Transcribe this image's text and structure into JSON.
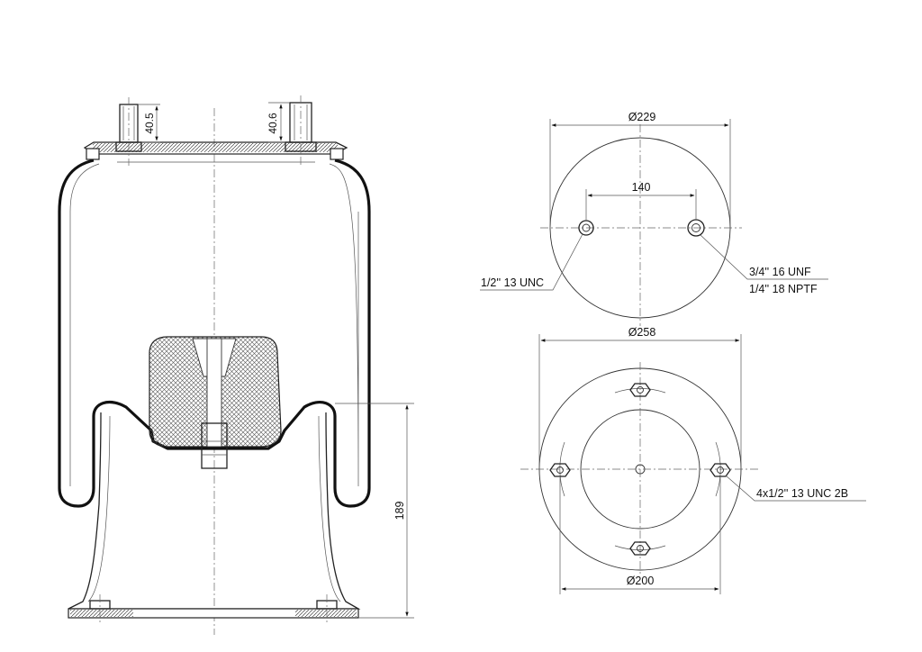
{
  "side_view": {
    "stud_left_height": "40.5",
    "stud_right_height": "40.6",
    "overall_height": "189"
  },
  "top_view": {
    "diameter": "Ø229",
    "stud_spacing": "140",
    "left_stud_thread": "1/2'' 13 UNC",
    "right_stud_thread": "3/4'' 16 UNF",
    "right_stud_port": "1/4'' 18 NPTF"
  },
  "bottom_view": {
    "outer_diameter": "Ø258",
    "bolt_circle": "Ø200",
    "bolt_thread": "4x1/2'' 13 UNC 2B"
  }
}
